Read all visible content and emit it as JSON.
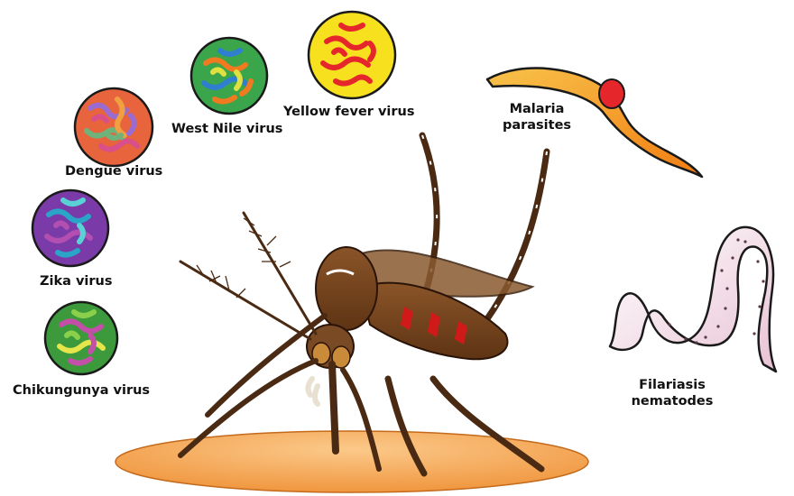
{
  "labels": {
    "yellow_fever": "Yellow fever virus",
    "west_nile": "West Nile virus",
    "dengue": "Dengue virus",
    "zika": "Zika virus",
    "chikungunya": "Chikungunya virus",
    "malaria_line1": "Malaria",
    "malaria_line2": "parasites",
    "filariasis_line1": "Filariasis",
    "filariasis_line2": "nematodes"
  },
  "viruses": [
    {
      "name": "Dengue virus",
      "outline": "#1a1a1a",
      "colors": [
        "#e8643c",
        "#9a6bd0",
        "#6fb37a",
        "#d94f8a",
        "#f0a040"
      ]
    },
    {
      "name": "West Nile virus",
      "outline": "#1a1a1a",
      "colors": [
        "#f07a20",
        "#3aa54a",
        "#2f7fd0",
        "#e0e040"
      ]
    },
    {
      "name": "Yellow fever virus",
      "outline": "#1a1a1a",
      "colors": [
        "#f7e01e",
        "#e5262b"
      ]
    },
    {
      "name": "Zika virus",
      "outline": "#1a1a1a",
      "colors": [
        "#7a3aa8",
        "#2aa5c8",
        "#b24fb0",
        "#59d2d6"
      ]
    },
    {
      "name": "Chikungunya virus",
      "outline": "#1a1a1a",
      "colors": [
        "#3c9a3c",
        "#c44fa8",
        "#e6e64a",
        "#8bd04a"
      ]
    }
  ],
  "colors": {
    "mosquito_body": "#7a4a24",
    "mosquito_dark": "#4a2a12",
    "mosquito_red": "#d01a1a",
    "skin": "#f2a35a",
    "malaria_body": "#f59a1e",
    "malaria_head": "#e5262b",
    "nematode_fill": "#f3dde8"
  }
}
